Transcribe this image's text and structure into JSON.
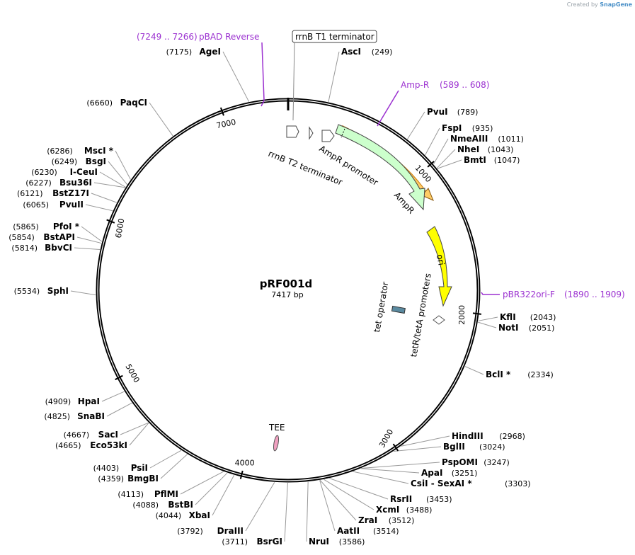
{
  "credit": {
    "prefix": "Created by",
    "brand": "SnapGene"
  },
  "plasmid": {
    "name": "pRF001d",
    "length_label": "7417 bp",
    "length": 7417
  },
  "colors": {
    "primer": "#9b30d0",
    "ampr_fill": "#ccffcc",
    "ori_fill": "#ffff00",
    "primer_bind_fill": "#ffcc66"
  },
  "ticks": [
    {
      "bp": 1000,
      "label": "1000"
    },
    {
      "bp": 2000,
      "label": "2000"
    },
    {
      "bp": 3000,
      "label": "3000"
    },
    {
      "bp": 4000,
      "label": "4000"
    },
    {
      "bp": 5000,
      "label": "5000"
    },
    {
      "bp": 6000,
      "label": "6000"
    },
    {
      "bp": 7000,
      "label": "7000"
    }
  ],
  "features": [
    {
      "id": "ampr-promoter",
      "label": "AmpR promoter",
      "type": "promoter"
    },
    {
      "id": "ampr",
      "label": "AmpR",
      "type": "cds"
    },
    {
      "id": "ori",
      "label": "ori",
      "type": "ori"
    },
    {
      "id": "tet-operator",
      "label": "tet operator",
      "type": "operator"
    },
    {
      "id": "tetr-teta",
      "label": "tetR/tetA promoters",
      "type": "promoter"
    },
    {
      "id": "tee",
      "label": "TEE",
      "type": "misc"
    },
    {
      "id": "rrnb-t1",
      "label": "rrnB T1 terminator",
      "type": "terminator"
    },
    {
      "id": "rrnb-t2",
      "label": "rrnB T2 terminator",
      "type": "terminator"
    }
  ],
  "primers": [
    {
      "name": "pBAD Reverse",
      "range": "(7249 .. 7266)"
    },
    {
      "name": "Amp-R",
      "range": "(589 .. 608)"
    },
    {
      "name": "pBR322ori-F",
      "range": "(1890 .. 1909)"
    }
  ],
  "enzymes": [
    {
      "name": "AscI",
      "pos": "(249)",
      "bp": 249
    },
    {
      "name": "PvuI",
      "pos": "(789)",
      "bp": 789
    },
    {
      "name": "FspI",
      "pos": "(935)",
      "bp": 935
    },
    {
      "name": "NmeAIII",
      "pos": "(1011)",
      "bp": 1011
    },
    {
      "name": "NheI",
      "pos": "(1043)",
      "bp": 1043
    },
    {
      "name": "BmtI",
      "pos": "(1047)",
      "bp": 1047
    },
    {
      "name": "KflI",
      "pos": "(2043)",
      "bp": 2043
    },
    {
      "name": "NotI",
      "pos": "(2051)",
      "bp": 2051
    },
    {
      "name": "BclI *",
      "pos": "(2334)",
      "bp": 2334
    },
    {
      "name": "HindIII",
      "pos": "(2968)",
      "bp": 2968
    },
    {
      "name": "BglII",
      "pos": "(3024)",
      "bp": 3024
    },
    {
      "name": "PspOMI",
      "pos": "(3247)",
      "bp": 3247
    },
    {
      "name": "ApaI",
      "pos": "(3251)",
      "bp": 3251
    },
    {
      "name": "CsiI  - SexAI *",
      "pos": "(3303)",
      "bp": 3303
    },
    {
      "name": "RsrII",
      "pos": "(3453)",
      "bp": 3453
    },
    {
      "name": "XcmI",
      "pos": "(3488)",
      "bp": 3488
    },
    {
      "name": "ZraI",
      "pos": "(3512)",
      "bp": 3512
    },
    {
      "name": "AatII",
      "pos": "(3514)",
      "bp": 3514
    },
    {
      "name": "NruI",
      "pos": "(3586)",
      "bp": 3586
    },
    {
      "name": "BsrGI",
      "pos": "(3711)",
      "bp": 3711
    },
    {
      "name": "DraIII",
      "pos": "(3792)",
      "bp": 3792
    },
    {
      "name": "XbaI",
      "pos": "(4044)",
      "bp": 4044
    },
    {
      "name": "BstBI",
      "pos": "(4088)",
      "bp": 4088
    },
    {
      "name": "PflMI",
      "pos": "(4113)",
      "bp": 4113
    },
    {
      "name": "BmgBI",
      "pos": "(4359)",
      "bp": 4359
    },
    {
      "name": "PsiI",
      "pos": "(4403)",
      "bp": 4403
    },
    {
      "name": "Eco53kI",
      "pos": "(4665)",
      "bp": 4665
    },
    {
      "name": "SacI",
      "pos": "(4667)",
      "bp": 4667
    },
    {
      "name": "SnaBI",
      "pos": "(4825)",
      "bp": 4825
    },
    {
      "name": "HpaI",
      "pos": "(4909)",
      "bp": 4909
    },
    {
      "name": "SphI",
      "pos": "(5534)",
      "bp": 5534
    },
    {
      "name": "BbvCI",
      "pos": "(5814)",
      "bp": 5814
    },
    {
      "name": "BstAPI",
      "pos": "(5854)",
      "bp": 5854
    },
    {
      "name": "PfoI *",
      "pos": "(5865)",
      "bp": 5865
    },
    {
      "name": "PvuII",
      "pos": "(6065)",
      "bp": 6065
    },
    {
      "name": "BstZ17I",
      "pos": "(6121)",
      "bp": 6121
    },
    {
      "name": "Bsu36I",
      "pos": "(6227)",
      "bp": 6227
    },
    {
      "name": "I-CeuI",
      "pos": "(6230)",
      "bp": 6230
    },
    {
      "name": "BsgI",
      "pos": "(6249)",
      "bp": 6249
    },
    {
      "name": "MscI *",
      "pos": "(6286)",
      "bp": 6286
    },
    {
      "name": "PaqCI",
      "pos": "(6660)",
      "bp": 6660
    },
    {
      "name": "AgeI",
      "pos": "(7175)",
      "bp": 7175
    }
  ]
}
